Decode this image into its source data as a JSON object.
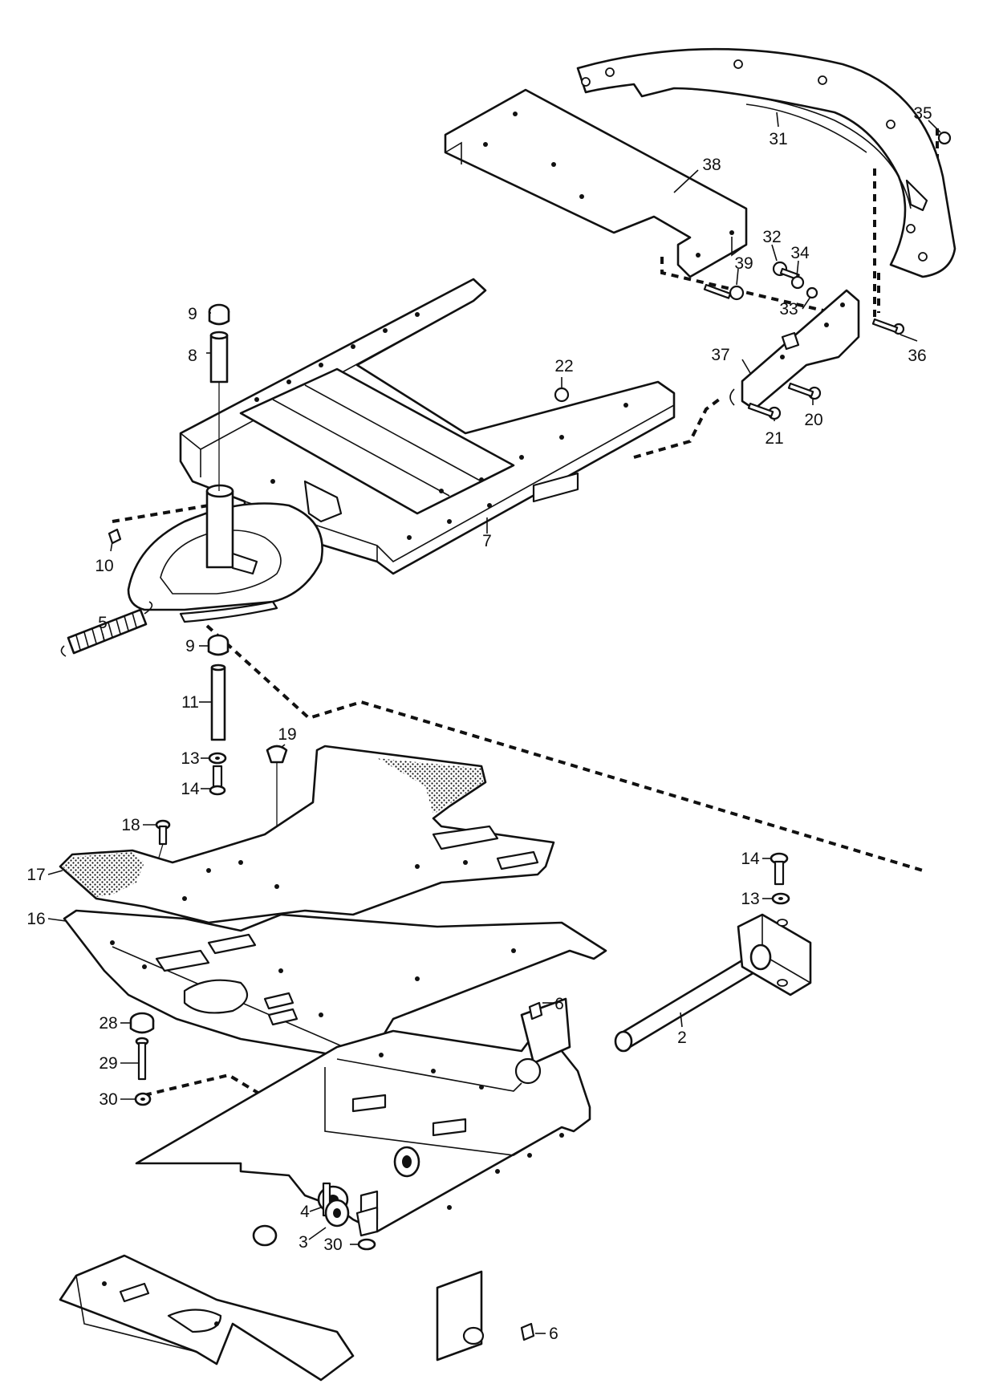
{
  "callouts": [
    {
      "id": "c35",
      "text": "35"
    },
    {
      "id": "c31",
      "text": "31"
    },
    {
      "id": "c38",
      "text": "38"
    },
    {
      "id": "c32",
      "text": "32"
    },
    {
      "id": "c34",
      "text": "34"
    },
    {
      "id": "c39",
      "text": "39"
    },
    {
      "id": "c33",
      "text": "33"
    },
    {
      "id": "c36",
      "text": "36"
    },
    {
      "id": "c37",
      "text": "37"
    },
    {
      "id": "c20",
      "text": "20"
    },
    {
      "id": "c21",
      "text": "21"
    },
    {
      "id": "c22",
      "text": "22"
    },
    {
      "id": "c9a",
      "text": "9"
    },
    {
      "id": "c8",
      "text": "8"
    },
    {
      "id": "c7",
      "text": "7"
    },
    {
      "id": "c10",
      "text": "10"
    },
    {
      "id": "c5",
      "text": "5"
    },
    {
      "id": "c9b",
      "text": "9"
    },
    {
      "id": "c11",
      "text": "11"
    },
    {
      "id": "c13a",
      "text": "13"
    },
    {
      "id": "c14a",
      "text": "14"
    },
    {
      "id": "c19",
      "text": "19"
    },
    {
      "id": "c18",
      "text": "18"
    },
    {
      "id": "c17",
      "text": "17"
    },
    {
      "id": "c16",
      "text": "16"
    },
    {
      "id": "c14b",
      "text": "14"
    },
    {
      "id": "c13b",
      "text": "13"
    },
    {
      "id": "c2",
      "text": "2"
    },
    {
      "id": "c6a",
      "text": "6"
    },
    {
      "id": "c28",
      "text": "28"
    },
    {
      "id": "c29",
      "text": "29"
    },
    {
      "id": "c30a",
      "text": "30"
    },
    {
      "id": "c4",
      "text": "4"
    },
    {
      "id": "c3",
      "text": "3"
    },
    {
      "id": "c30b",
      "text": "30"
    },
    {
      "id": "c6b",
      "text": "6"
    }
  ]
}
